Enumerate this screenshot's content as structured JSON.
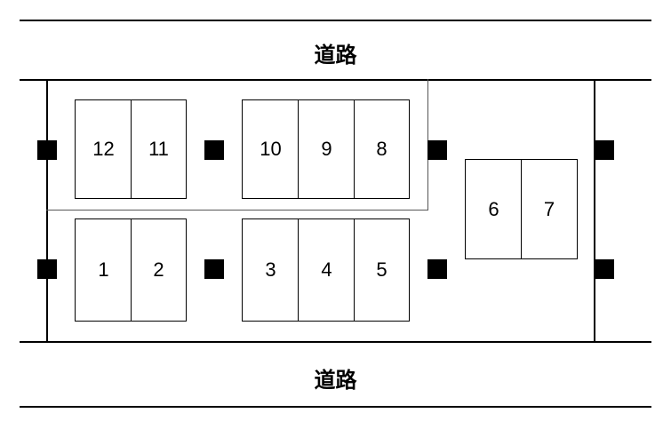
{
  "roads": {
    "top_label": "道路",
    "bottom_label": "道路"
  },
  "spaces": {
    "s1": "1",
    "s2": "2",
    "s3": "3",
    "s4": "4",
    "s5": "5",
    "s6": "6",
    "s7": "7",
    "s8": "8",
    "s9": "9",
    "s10": "10",
    "s11": "11",
    "s12": "12"
  }
}
